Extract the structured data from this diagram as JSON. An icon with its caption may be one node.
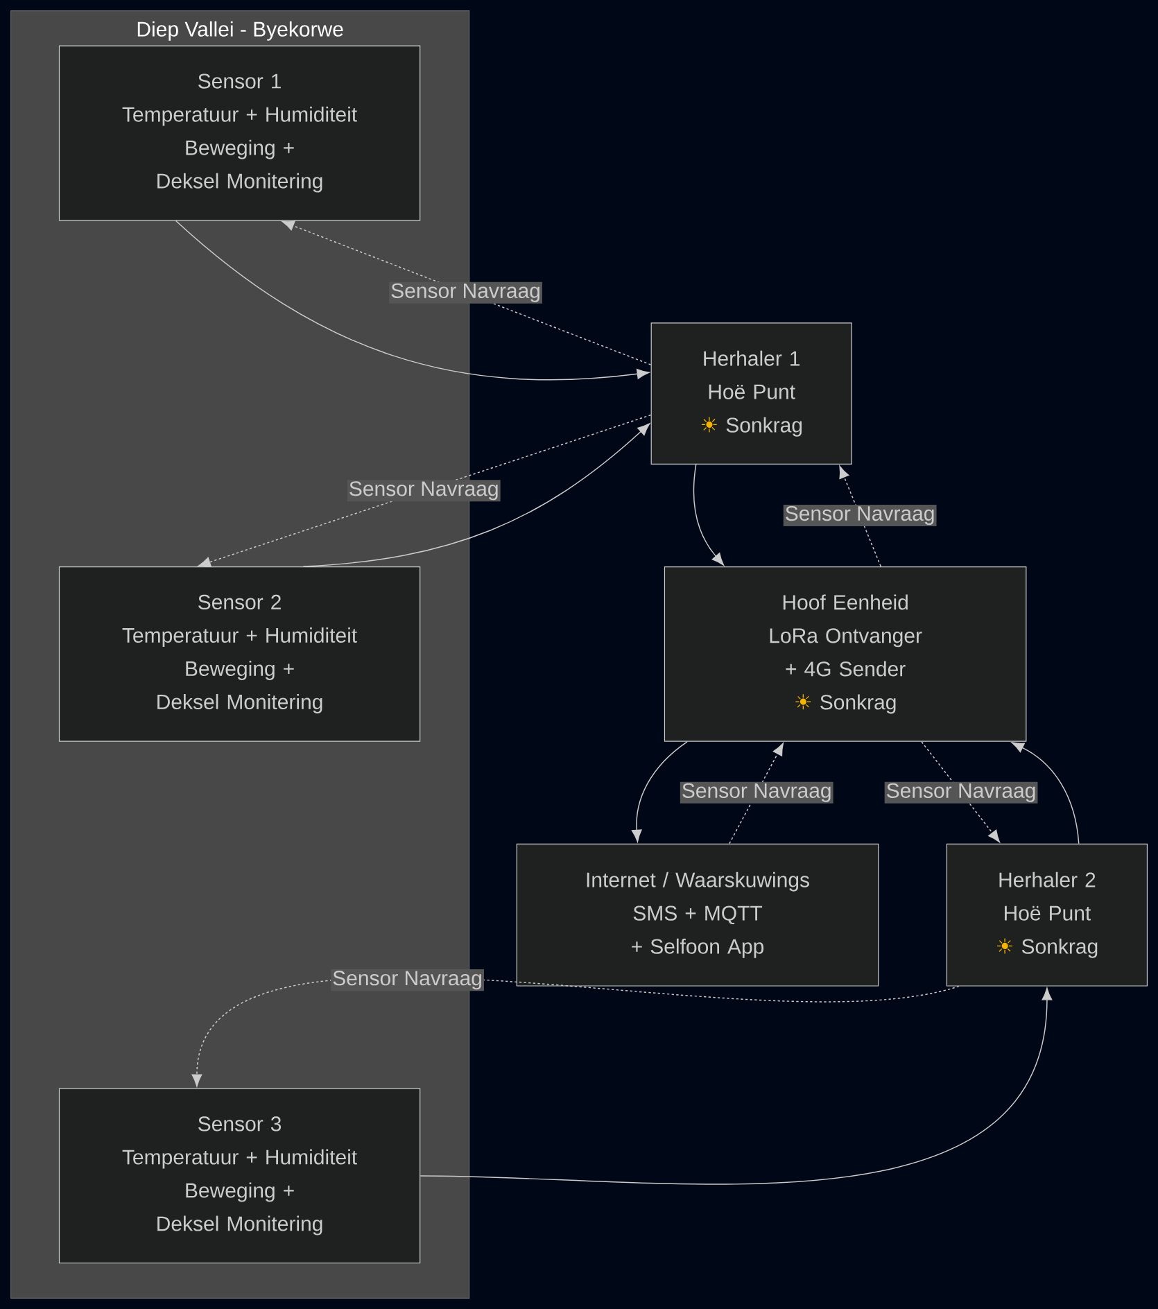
{
  "diagram": {
    "nodes": [
      {
        "text": [
          "Diep Vallei - Byekorwe"
        ]
      },
      {
        "text": [
          "Sensor 1",
          "Temperatuur + Humiditeit",
          "Beweging + Deksel Monitering"
        ],
        "in": 0
      },
      {
        "text": [
          "Sensor 2",
          "Temperatuur + Humiditeit",
          "Beweging + Deksel Monitering"
        ],
        "in": 0
      },
      {
        "text": [
          "Sensor 3",
          "Temperatuur + Humiditeit",
          "Beweging + Deksel Monitering"
        ],
        "in": 0
      },
      {
        "text": [
          "Herhaler 1",
          "Hoë Punt",
          "☀ Sonkrag"
        ]
      },
      {
        "text": [
          "Hoof Eenheid",
          "LoRa Ontvanger + 4G Sender",
          "☀ Sonkrag"
        ]
      },
      {
        "text": [
          "Internet / Waarskuwings",
          "SMS + MQTT + Selfoon App"
        ]
      },
      {
        "text": [
          "Herhaler 2",
          "Hoë Punt",
          "☀ Sonkrag"
        ]
      }
    ],
    "edges": [
      {
        "from": 1,
        "to": 4,
        "arrow": "to"
      },
      {
        "from": 4,
        "to": 1,
        "arrow": "to",
        "style": "dashed",
        "label": "Sensor Navraag"
      },
      {
        "from": 2,
        "to": 4,
        "arrow": "to"
      },
      {
        "from": 4,
        "to": 2,
        "arrow": "to",
        "style": "dashed",
        "label": "Sensor Navraag"
      },
      {
        "from": 4,
        "to": 5,
        "arrow": "to"
      },
      {
        "from": 5,
        "to": 4,
        "arrow": "to",
        "style": "dashed",
        "label": "Sensor Navraag"
      },
      {
        "from": 5,
        "to": 6,
        "arrow": "to"
      },
      {
        "from": 6,
        "to": 5,
        "arrow": "to",
        "style": "dashed",
        "label": "Sensor Navraag"
      },
      {
        "from": 5,
        "to": 7,
        "arrow": "to",
        "style": "dashed",
        "label": "Sensor Navraag"
      },
      {
        "from": 7,
        "to": 5,
        "arrow": "to"
      },
      {
        "from": 3,
        "to": 7,
        "arrow": "to"
      },
      {
        "from": 7,
        "to": 3,
        "arrow": "to",
        "style": "dashed",
        "label": "Sensor Navraag"
      }
    ]
  }
}
